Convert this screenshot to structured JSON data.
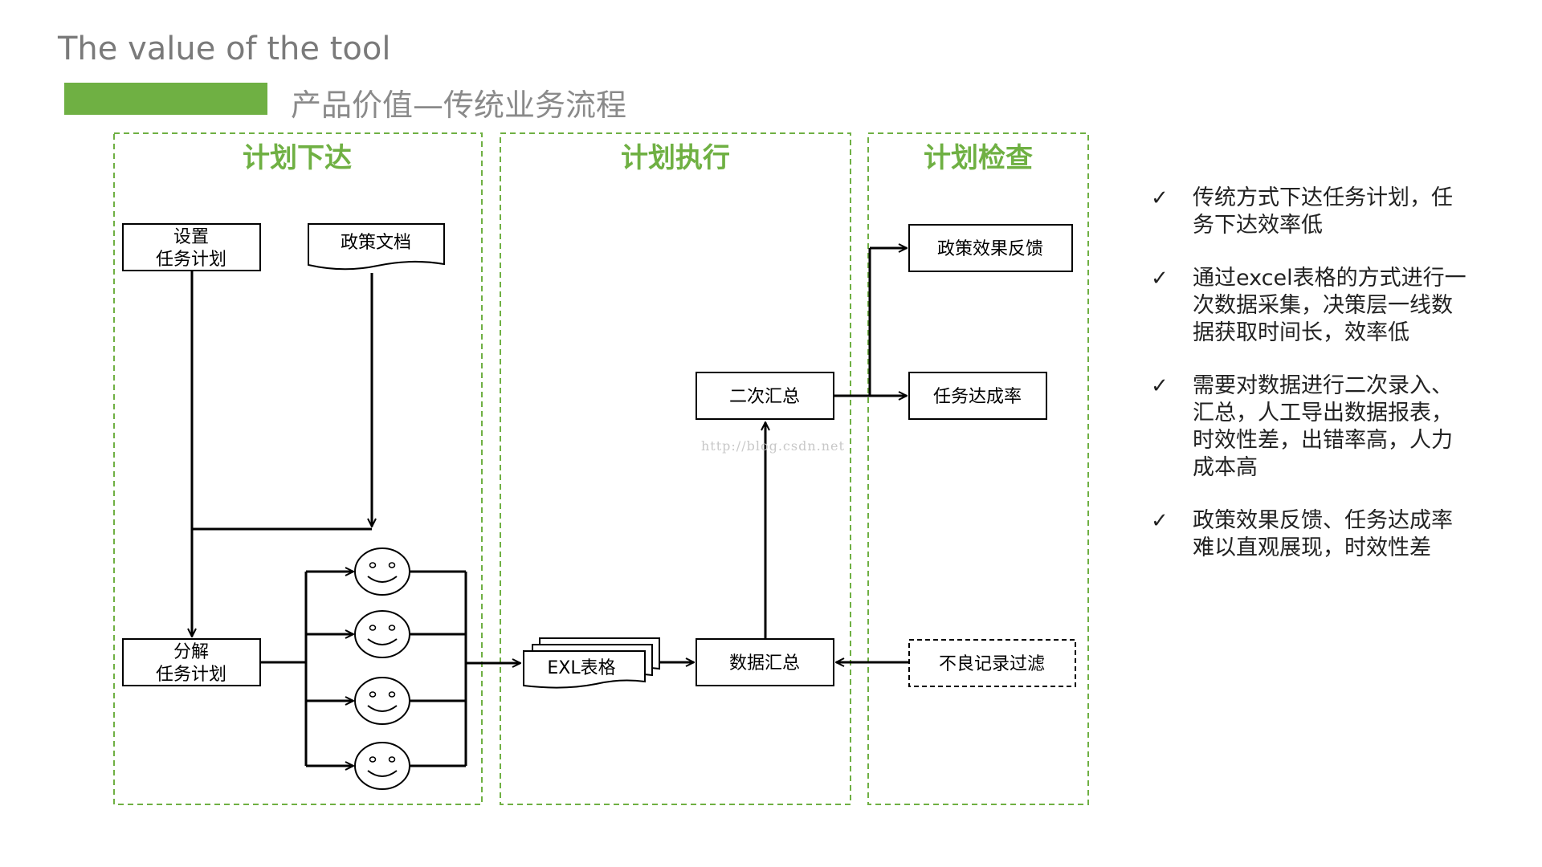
{
  "header": {
    "title": "The value of the tool",
    "subtitle": "产品价值—传统业务流程",
    "accent_color": "#6fb043"
  },
  "columns": [
    {
      "label": "计划下达"
    },
    {
      "label": "计划执行"
    },
    {
      "label": "计划检查"
    }
  ],
  "nodes": {
    "set_plan": {
      "line1": "设置",
      "line2": "任务计划"
    },
    "policy_doc": {
      "label": "政策文档"
    },
    "decompose_plan": {
      "line1": "分解",
      "line2": "任务计划"
    },
    "exl_table": {
      "label": "EXL表格"
    },
    "data_summary": {
      "label": "数据汇总"
    },
    "secondary_summary": {
      "label": "二次汇总"
    },
    "policy_feedback": {
      "label": "政策效果反馈"
    },
    "task_rate": {
      "label": "任务达成率"
    },
    "bad_record_filter": {
      "label": "不良记录过滤"
    }
  },
  "watermark": "http://blog.csdn.net",
  "bullets": [
    {
      "check": "✓",
      "text": "传统方式下达任务计划，任务下达效率低"
    },
    {
      "check": "✓",
      "text": "通过excel表格的方式进行一次数据采集，决策层一线数据获取时间长，效率低"
    },
    {
      "check": "✓",
      "text": "需要对数据进行二次录入、汇总，人工导出数据报表，时效性差，出错率高，人力成本高"
    },
    {
      "check": "✓",
      "text": "政策效果反馈、任务达成率难以直观展现，时效性差"
    }
  ],
  "colors": {
    "column_border": "#6fb043",
    "column_title": "#6fb043",
    "line": "#000000"
  },
  "icons": {
    "person": "smiley-face-icon",
    "check": "check-icon"
  }
}
